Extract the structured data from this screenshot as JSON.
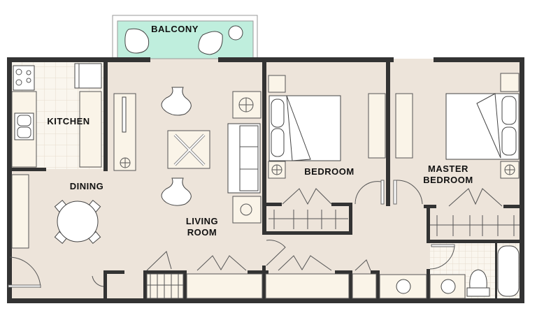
{
  "plan": {
    "rooms": {
      "balcony": "BALCONY",
      "kitchen": "KITCHEN",
      "dining": "DINING",
      "living_room_line1": "LIVING",
      "living_room_line2": "ROOM",
      "bedroom": "BEDROOM",
      "master_line1": "MASTER",
      "master_line2": "BEDROOM"
    },
    "colors": {
      "floor": "#ede4da",
      "tile": "#faf6ee",
      "balcony": "#bfeedd",
      "wall": "#333333"
    }
  }
}
